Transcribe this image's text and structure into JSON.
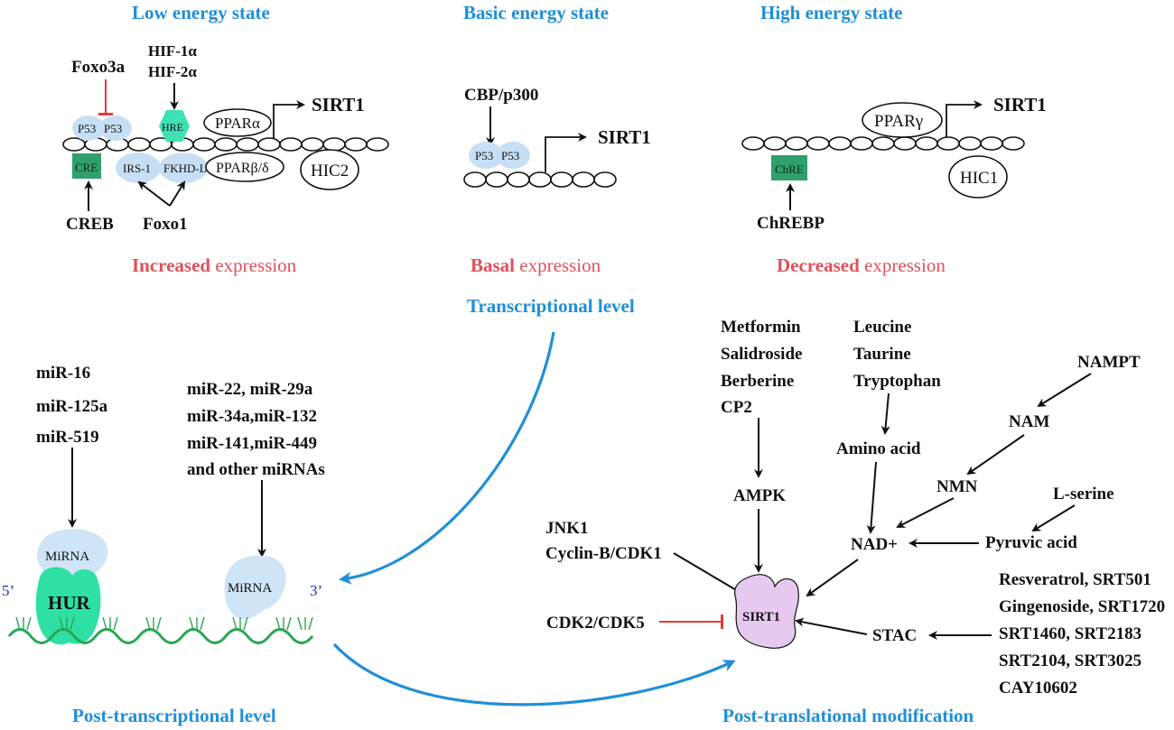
{
  "headers": {
    "low": "Low  energy state",
    "basic": "Basic  energy state",
    "high": "High  energy state"
  },
  "low_state": {
    "foxo3a": "Foxo3a",
    "hif1": "HIF-1α",
    "hif2": "HIF-2α",
    "p53a": "P53",
    "p53b": "P53",
    "hre": "HRE",
    "ppara": "PPARα",
    "sirt1": "SIRT1",
    "cre": "CRE",
    "irs1": "IRS-1",
    "fkhd": "FKHD-L",
    "pparbd": "PPARβ/δ",
    "hic2": "HIC2",
    "creb": "CREB",
    "foxo1": "Foxo1",
    "expr_bold": "Increased",
    "expr_rest": " expression"
  },
  "basic_state": {
    "cbp": "CBP/p300",
    "p53a": "P53",
    "p53b": "P53",
    "sirt1": "SIRT1",
    "expr_bold": "Basal",
    "expr_rest": " expression"
  },
  "high_state": {
    "pparg": "PPARγ",
    "sirt1": "SIRT1",
    "chre": "ChRE",
    "hic1": "HIC1",
    "chrebp": "ChREBP",
    "expr_bold": "Decreased",
    "expr_rest": " expression"
  },
  "levels": {
    "transcriptional": "Transcriptional level",
    "post_transcriptional": "Post-transcriptional level",
    "post_translational": "Post-translational modification"
  },
  "post_transcriptional": {
    "mirs_left": [
      "miR-16",
      "miR-125a",
      "miR-519"
    ],
    "mirs_right": [
      "miR-22, miR-29a",
      "miR-34a,miR-132",
      "miR-141,miR-449",
      "and other  miRNAs"
    ],
    "mirna_left": "MiRNA",
    "mirna_right": "MiRNA",
    "hur": "HUR",
    "five_prime": "5’",
    "three_prime": "3’"
  },
  "post_translational": {
    "drugs": [
      "Metformin",
      "Salidroside",
      "Berberine",
      "CP2"
    ],
    "aminos": [
      "Leucine",
      "Taurine",
      "Tryptophan"
    ],
    "nampt": "NAMPT",
    "nam": "NAM",
    "amino_acid": "Amino acid",
    "nmn": "NMN",
    "l_serine": "L-serine",
    "ampk": "AMPK",
    "jnk1": "JNK1",
    "cyclin": "Cyclin-B/CDK1",
    "nad": "NAD+",
    "pyruvic": "Pyruvic acid",
    "cdk": "CDK2/CDK5",
    "sirt1": "SIRT1",
    "stac": "STAC",
    "activators": [
      "Resveratrol, SRT501",
      "Gingenoside, SRT1720",
      "SRT1460, SRT2183",
      "SRT2104, SRT3025",
      "CAY10602"
    ]
  },
  "colors": {
    "header_blue": "#1f8fd8",
    "expr_red": "#e0505a",
    "inhibit_red": "#e23b3b",
    "hre_green": "#3fe0b4",
    "cre_green": "#2fa06b",
    "p53_blue": "#c7dff5",
    "mirna_blue": "#cfe5f7",
    "hur_green": "#2fe0a4",
    "rna_green": "#2aa653",
    "sirt1_purple": "#e6c9ee"
  }
}
